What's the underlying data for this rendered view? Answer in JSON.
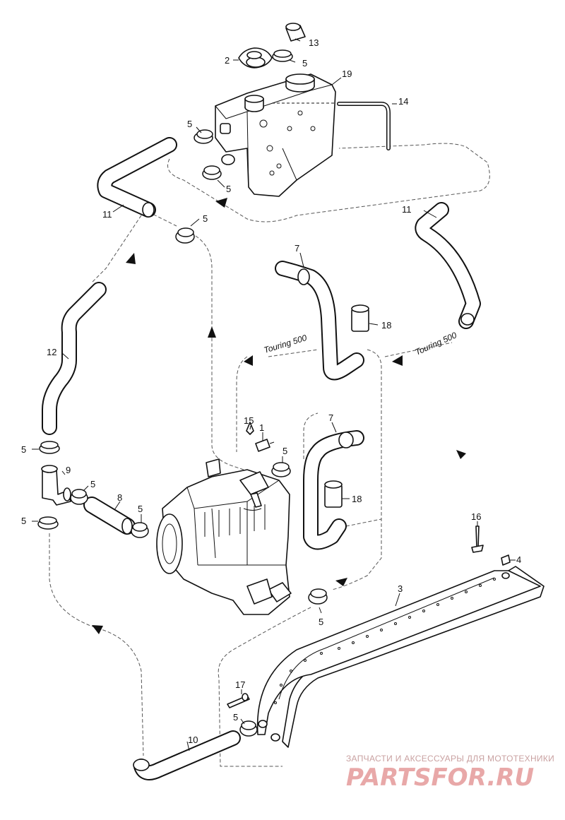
{
  "callouts": {
    "n1": "1",
    "n2": "2",
    "n3": "3",
    "n4": "4",
    "n5": "5",
    "n7": "7",
    "n8": "8",
    "n9": "9",
    "n10": "10",
    "n11": "11",
    "n12": "12",
    "n13": "13",
    "n14": "14",
    "n15": "15",
    "n16": "16",
    "n17": "17",
    "n18": "18",
    "n19": "19"
  },
  "notes": {
    "touring_left": "Touring 500",
    "touring_right": "Touring 500"
  },
  "watermark": {
    "tagline": "ЗАПЧАСТИ И АКСЕССУАРЫ ДЛЯ МОТОТЕХНИКИ",
    "logo": "PARTSFOR.RU",
    "color": "#e8a8a8"
  }
}
